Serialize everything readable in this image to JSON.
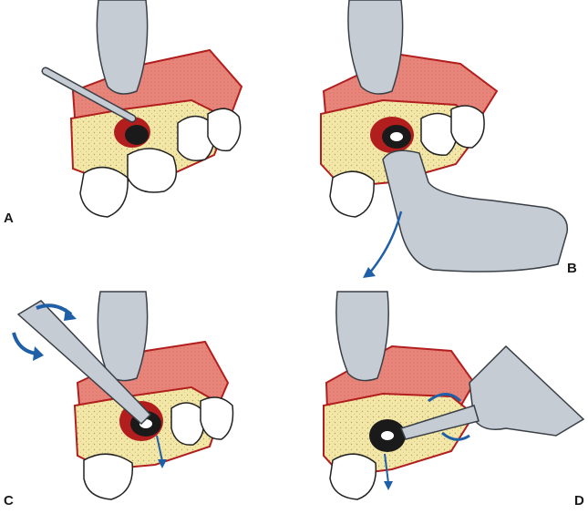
{
  "panels": [
    {
      "id": "A",
      "label": "A"
    },
    {
      "id": "B",
      "label": "B"
    },
    {
      "id": "C",
      "label": "C"
    },
    {
      "id": "D",
      "label": "D"
    }
  ],
  "colors": {
    "gingiva": "#e8857a",
    "gingiva_edge": "#b21e1e",
    "bone": "#f3e7a8",
    "instrument": "#c5ccd4",
    "instrument_edge": "#3a3f46",
    "arrow": "#1f5fa8",
    "tooth": "#ffffff",
    "socket": "#1a1a1a"
  },
  "icons": [
    "periosteal-elevator-icon",
    "retractor-icon",
    "forceps-icon",
    "rotation-arrow-icon"
  ]
}
